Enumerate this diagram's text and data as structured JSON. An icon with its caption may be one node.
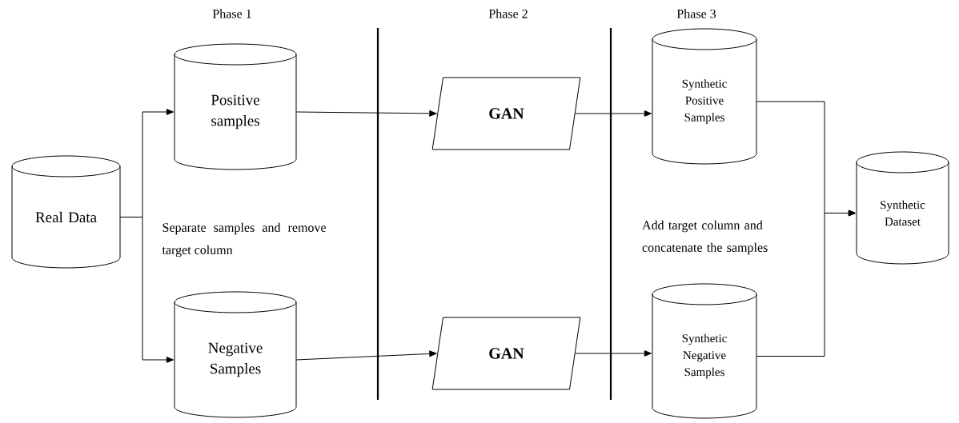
{
  "diagram": {
    "nodes": [
      {
        "text": [
          "Real Data"
        ]
      },
      {
        "text": [
          "Positive samples"
        ]
      },
      {
        "text": [
          "Negative Samples"
        ]
      },
      {
        "text": [
          "GAN"
        ]
      },
      {
        "text": [
          "GAN"
        ]
      },
      {
        "text": [
          "Synthetic Positive Samples"
        ]
      },
      {
        "text": [
          "Synthetic Negative Samples"
        ]
      },
      {
        "text": [
          "Synthetic Dataset"
        ]
      }
    ],
    "edges": [
      {
        "from": 0,
        "to": 1,
        "arrow": "to"
      },
      {
        "from": 0,
        "to": 2,
        "arrow": "to"
      },
      {
        "from": 1,
        "to": 3,
        "arrow": "to"
      },
      {
        "from": 2,
        "to": 4,
        "arrow": "to"
      },
      {
        "from": 3,
        "to": 5,
        "arrow": "to"
      },
      {
        "from": 4,
        "to": 6,
        "arrow": "to"
      },
      {
        "from": 5,
        "to": 7,
        "arrow": "to"
      },
      {
        "from": 6,
        "to": 7,
        "arrow": "to"
      }
    ],
    "labels": [
      "Phase 1",
      "Phase 2",
      "Phase 3",
      "Separate samples and remove target column",
      "Add target column and concatenate the samples"
    ]
  }
}
